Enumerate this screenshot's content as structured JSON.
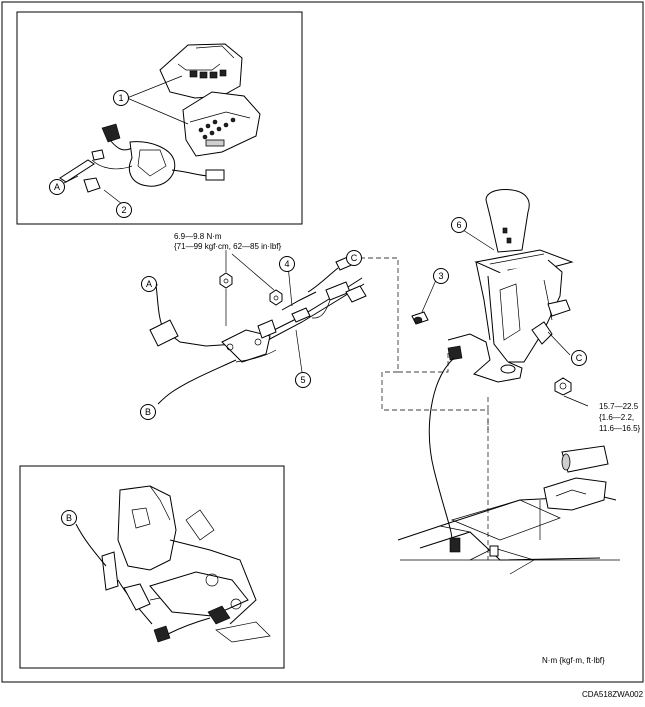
{
  "callouts": {
    "part1": "1",
    "part2": "2",
    "part3": "3",
    "part4": "4",
    "part5": "5",
    "part6": "6",
    "ref_a_top": "A",
    "ref_a_mid": "A",
    "ref_b_mid": "B",
    "ref_b_inset": "B",
    "ref_c_top": "C",
    "ref_c_right": "C"
  },
  "torque": {
    "upper_line1": "6.9—9.8 N·m",
    "upper_line2": "{71—99 kgf·cm, 62—85 in·lbf}",
    "lower_line1": "15.7—22.5",
    "lower_line2": "{1.6—2.2,",
    "lower_line3": "11.6—16.5}"
  },
  "units_note": "N·m {kgf·m, ft·lbf}",
  "figure_code": "CDA518ZWA002"
}
